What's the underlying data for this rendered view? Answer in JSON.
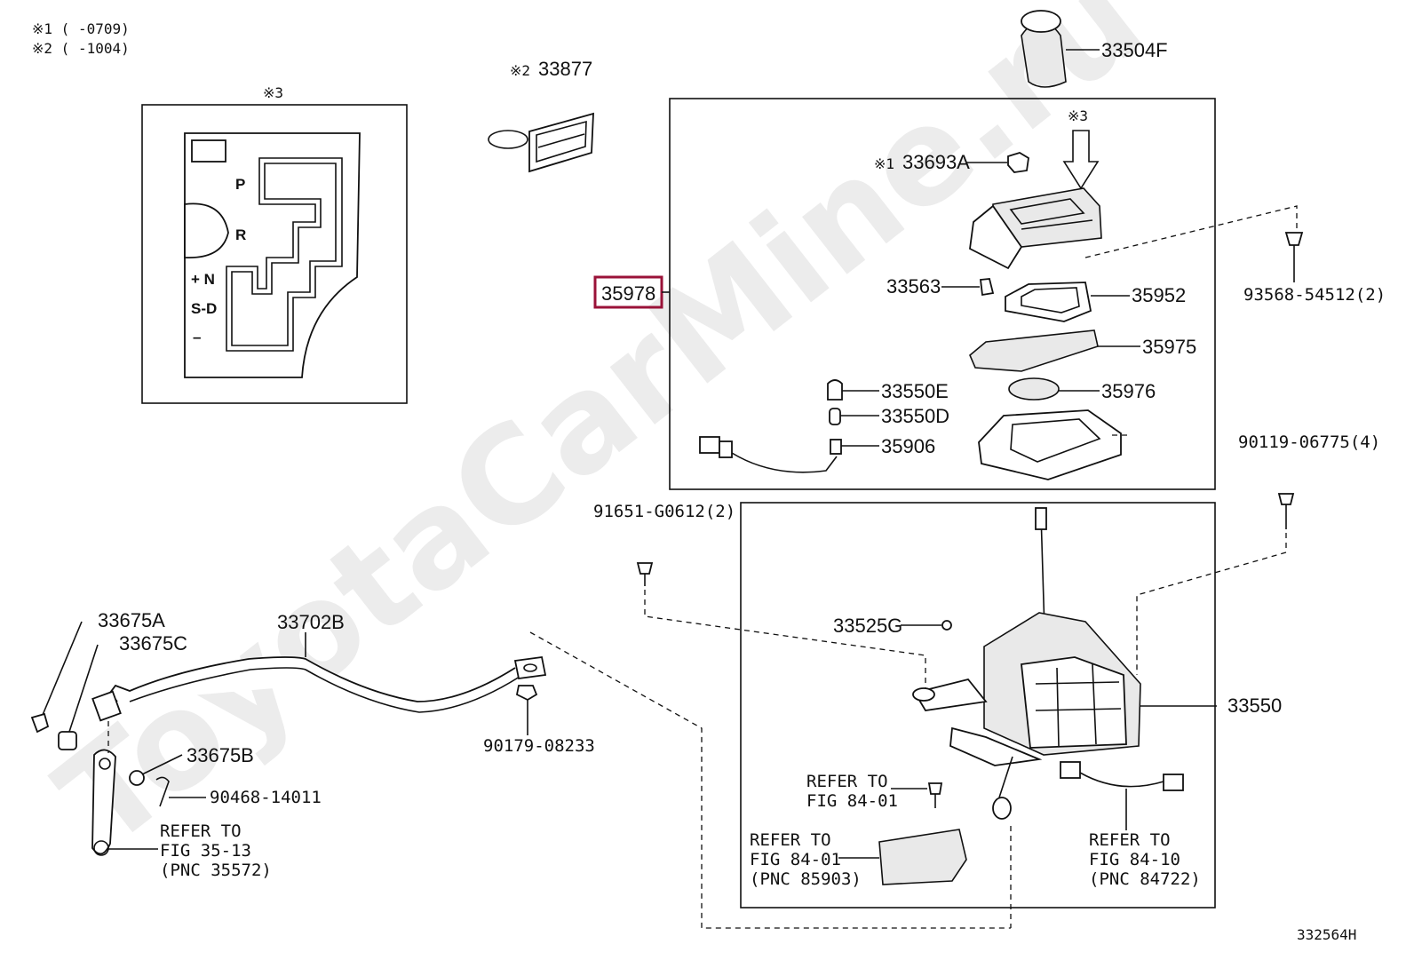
{
  "watermark": "ToyotaCarMine.ru",
  "notes": [
    "※1 (     -0709)",
    "※2 (     -1004)"
  ],
  "gate_detail": {
    "marker": "※3",
    "positions": [
      "P",
      "R",
      "+ N",
      "S-D",
      "–"
    ]
  },
  "labels": {
    "33504F": "33504F",
    "mark2": "※2",
    "33877": "33877",
    "mark3": "※3",
    "mark1": "※1",
    "33693A": "33693A",
    "33563": "33563",
    "35952": "35952",
    "35978": "35978",
    "93568": "93568-54512(2)",
    "35975": "35975",
    "35976": "35976",
    "33550E": "33550E",
    "33550D": "33550D",
    "35906": "35906",
    "90119": "90119-06775(4)",
    "91651": "91651-G0612(2)",
    "33675A": "33675A",
    "33702B": "33702B",
    "33525G": "33525G",
    "33675C": "33675C",
    "33550": "33550",
    "90179": "90179-08233",
    "33675B": "33675B",
    "90468": "90468-14011"
  },
  "refs": {
    "fig8401a": [
      "REFER TO",
      "FIG 84-01"
    ],
    "fig3513": [
      "REFER TO",
      "FIG 35-13",
      "(PNC 35572)"
    ],
    "fig8401b": [
      "REFER TO",
      "FIG 84-01",
      "(PNC 85903)"
    ],
    "fig8410": [
      "REFER TO",
      "FIG 84-10",
      "(PNC 84722)"
    ]
  },
  "figure_id": "332564H",
  "colors": {
    "highlight": "#9a1238",
    "line": "#111111",
    "watermark": "#ececec"
  }
}
